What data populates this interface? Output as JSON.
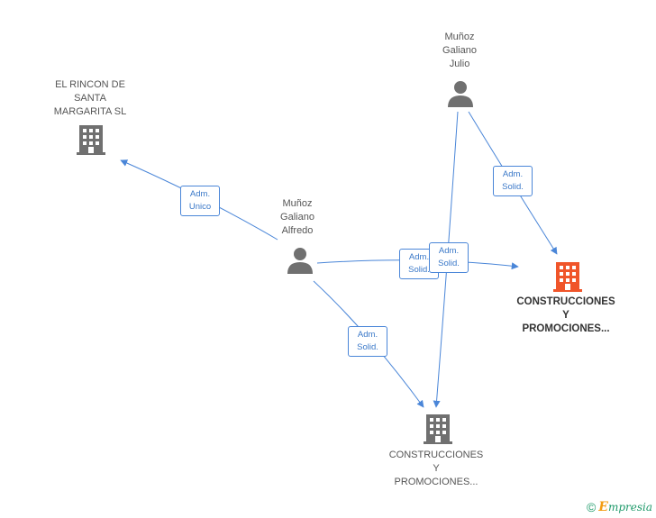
{
  "nodes": {
    "rincon": {
      "label": "EL RINCON DE\nSANTA\nMARGARITA SL"
    },
    "julio": {
      "label": "Muñoz\nGaliano\nJulio"
    },
    "alfredo": {
      "label": "Muñoz\nGaliano\nAlfredo"
    },
    "cyp_main": {
      "label": "CONSTRUCCIONES\nY\nPROMOCIONES..."
    },
    "cyp_bottom": {
      "label": "CONSTRUCCIONES\nY\nPROMOCIONES..."
    }
  },
  "edges": {
    "alfredo_rincon": "Adm.\nUnico",
    "julio_main": "Adm.\nSolid.",
    "alfredo_main": "Adm.\nSolid.",
    "julio_bottom": "Adm.\nSolid.",
    "alfredo_bottom": "Adm.\nSolid."
  },
  "colors": {
    "edge": "#4a86d8",
    "company": "#707070",
    "company_main": "#f0552a",
    "person": "#707070"
  },
  "footer": {
    "copyright": "©",
    "brand_e": "E",
    "brand_rest": "mpresia"
  }
}
